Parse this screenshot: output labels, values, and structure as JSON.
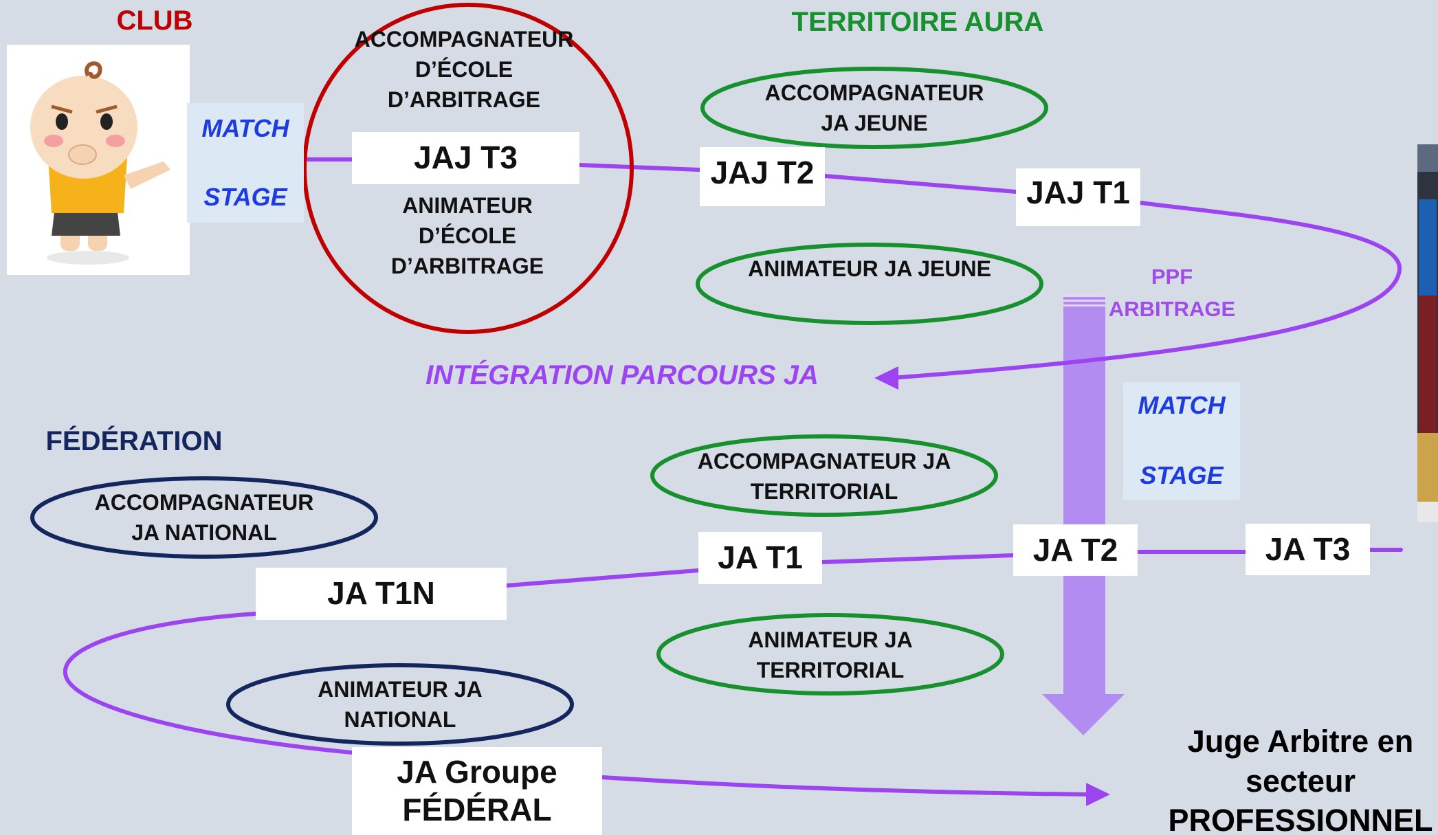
{
  "colors": {
    "background": "#d6dce5",
    "club": "#c00000",
    "territoire": "#17912d",
    "federation": "#13265e",
    "path": "#9b44f0",
    "arrow": "#b28cf0",
    "match_stage": "#1c3ce0"
  },
  "headers": {
    "club": "CLUB",
    "territoire": "TERRITOIRE AURA",
    "federation": "FÉDÉRATION"
  },
  "club": {
    "match": "MATCH",
    "stage": "STAGE",
    "circle_top": "ACCOMPAGNATEUR D’ÉCOLE D’ARBITRAGE",
    "box": "JAJ T3",
    "circle_bottom": "ANIMATEUR D’ÉCOLE D’ARBITRAGE"
  },
  "territoire": {
    "ellipse_acc": "ACCOMPAGNATEUR JA JEUNE",
    "box_jaj_t2": "JAJ T2",
    "box_jaj_t1": "JAJ T1",
    "ellipse_anim": "ANIMATEUR JA JEUNE",
    "ppf": "PPF ARBITRAGE",
    "integration": "INTÉGRATION PARCOURS JA",
    "match": "MATCH",
    "stage": "STAGE",
    "ellipse_acc_terr": "ACCOMPAGNATEUR JA TERRITORIAL",
    "box_ja_t1": "JA T1",
    "box_ja_t2": "JA T2",
    "box_ja_t3": "JA T3",
    "ellipse_anim_terr": "ANIMATEUR JA TERRITORIAL"
  },
  "federation": {
    "ellipse_acc": "ACCOMPAGNATEUR JA NATIONAL",
    "box_t1n": "JA T1N",
    "ellipse_anim": "ANIMATEUR JA NATIONAL",
    "box_groupe": "JA Groupe FÉDÉRAL"
  },
  "outcome": "Juge Arbitre en secteur PROFESSIONNEL",
  "icons": {
    "child": "child-referee-icon",
    "photo": "referee-photo-icon"
  }
}
